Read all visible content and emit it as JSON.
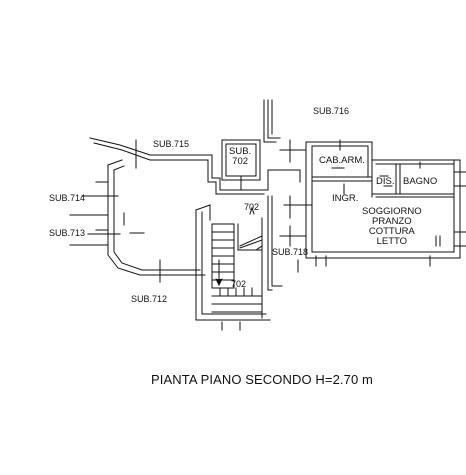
{
  "drawing": {
    "title": "PIANTA PIANO SECONDO H=2.70 m"
  },
  "neighbours": {
    "sub716": "SUB.716",
    "sub715": "SUB.715",
    "sub714": "SUB.714",
    "sub713": "SUB.713",
    "sub712": "SUB.712",
    "sub718": "SUB.718",
    "sub702_line1": "SUB.",
    "sub702_line2": "702"
  },
  "stair": {
    "upper_label": "702",
    "lower_label": "702"
  },
  "rooms": {
    "cabina_armadio": "CAB.ARM.",
    "disimpegno": "DIS.",
    "bagno": "BAGNO",
    "ingresso": "INGR.",
    "soggiorno_line1": "SOGGIORNO",
    "soggiorno_line2": "PRANZO",
    "soggiorno_line3": "COTTURA",
    "soggiorno_line4": "LETTO"
  }
}
